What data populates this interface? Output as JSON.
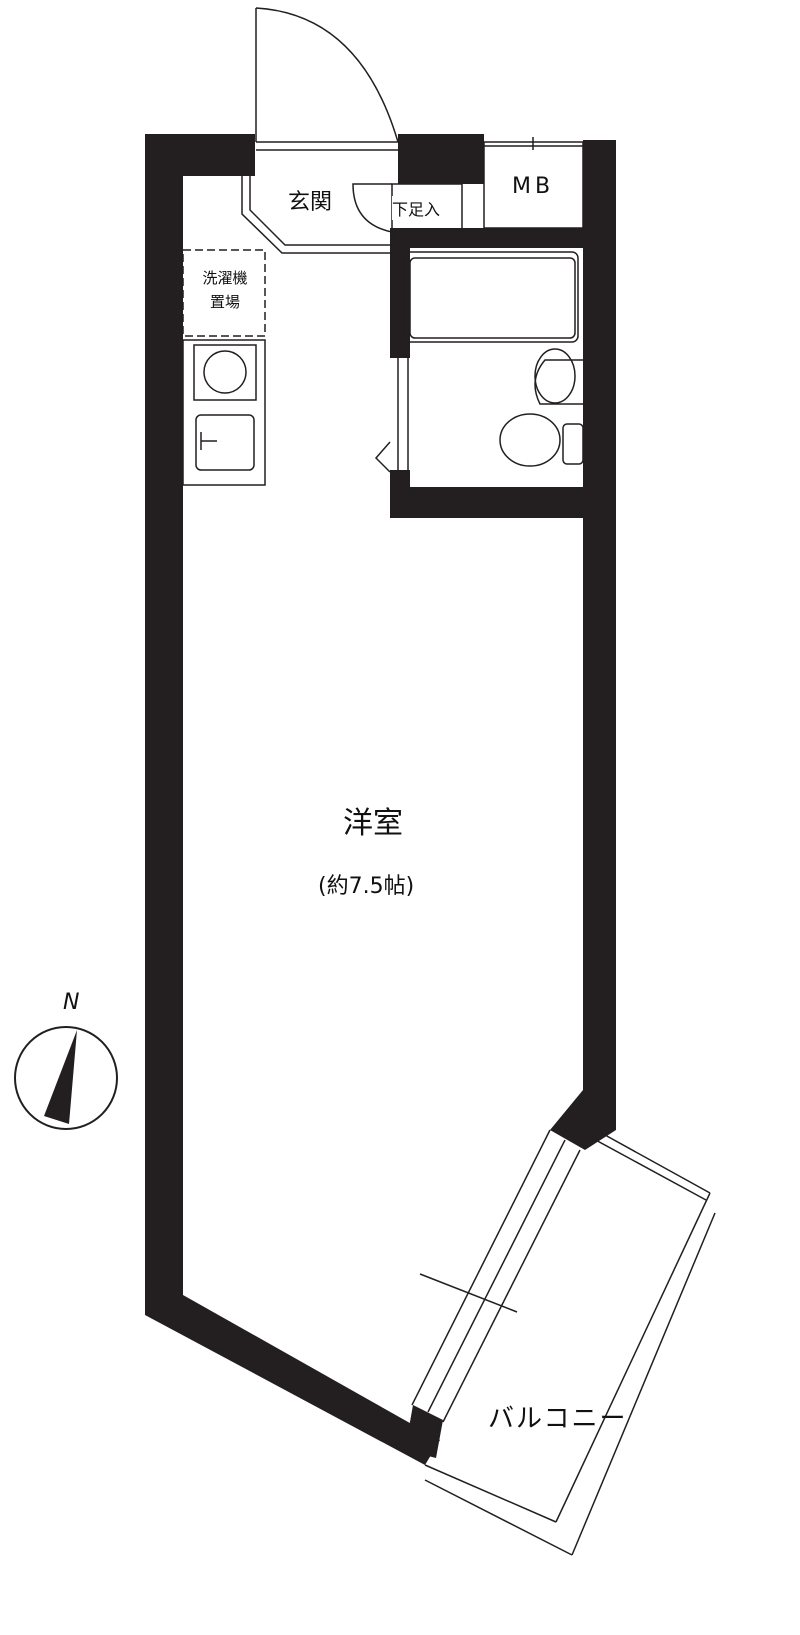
{
  "floor_plan": {
    "rooms": {
      "entrance": "玄関",
      "shoe_storage": "下足入",
      "meter_box": "MB",
      "washer_space": "洗濯機置場",
      "washer_space_line1": "洗濯機",
      "washer_space_line2": "置場",
      "western_room": "洋室",
      "western_room_area": "(約7.5帖)",
      "balcony": "バルコニー"
    },
    "compass": {
      "north_label": "N"
    },
    "colors": {
      "wall": "#231f20",
      "line": "#231f20",
      "background": "#ffffff"
    }
  }
}
